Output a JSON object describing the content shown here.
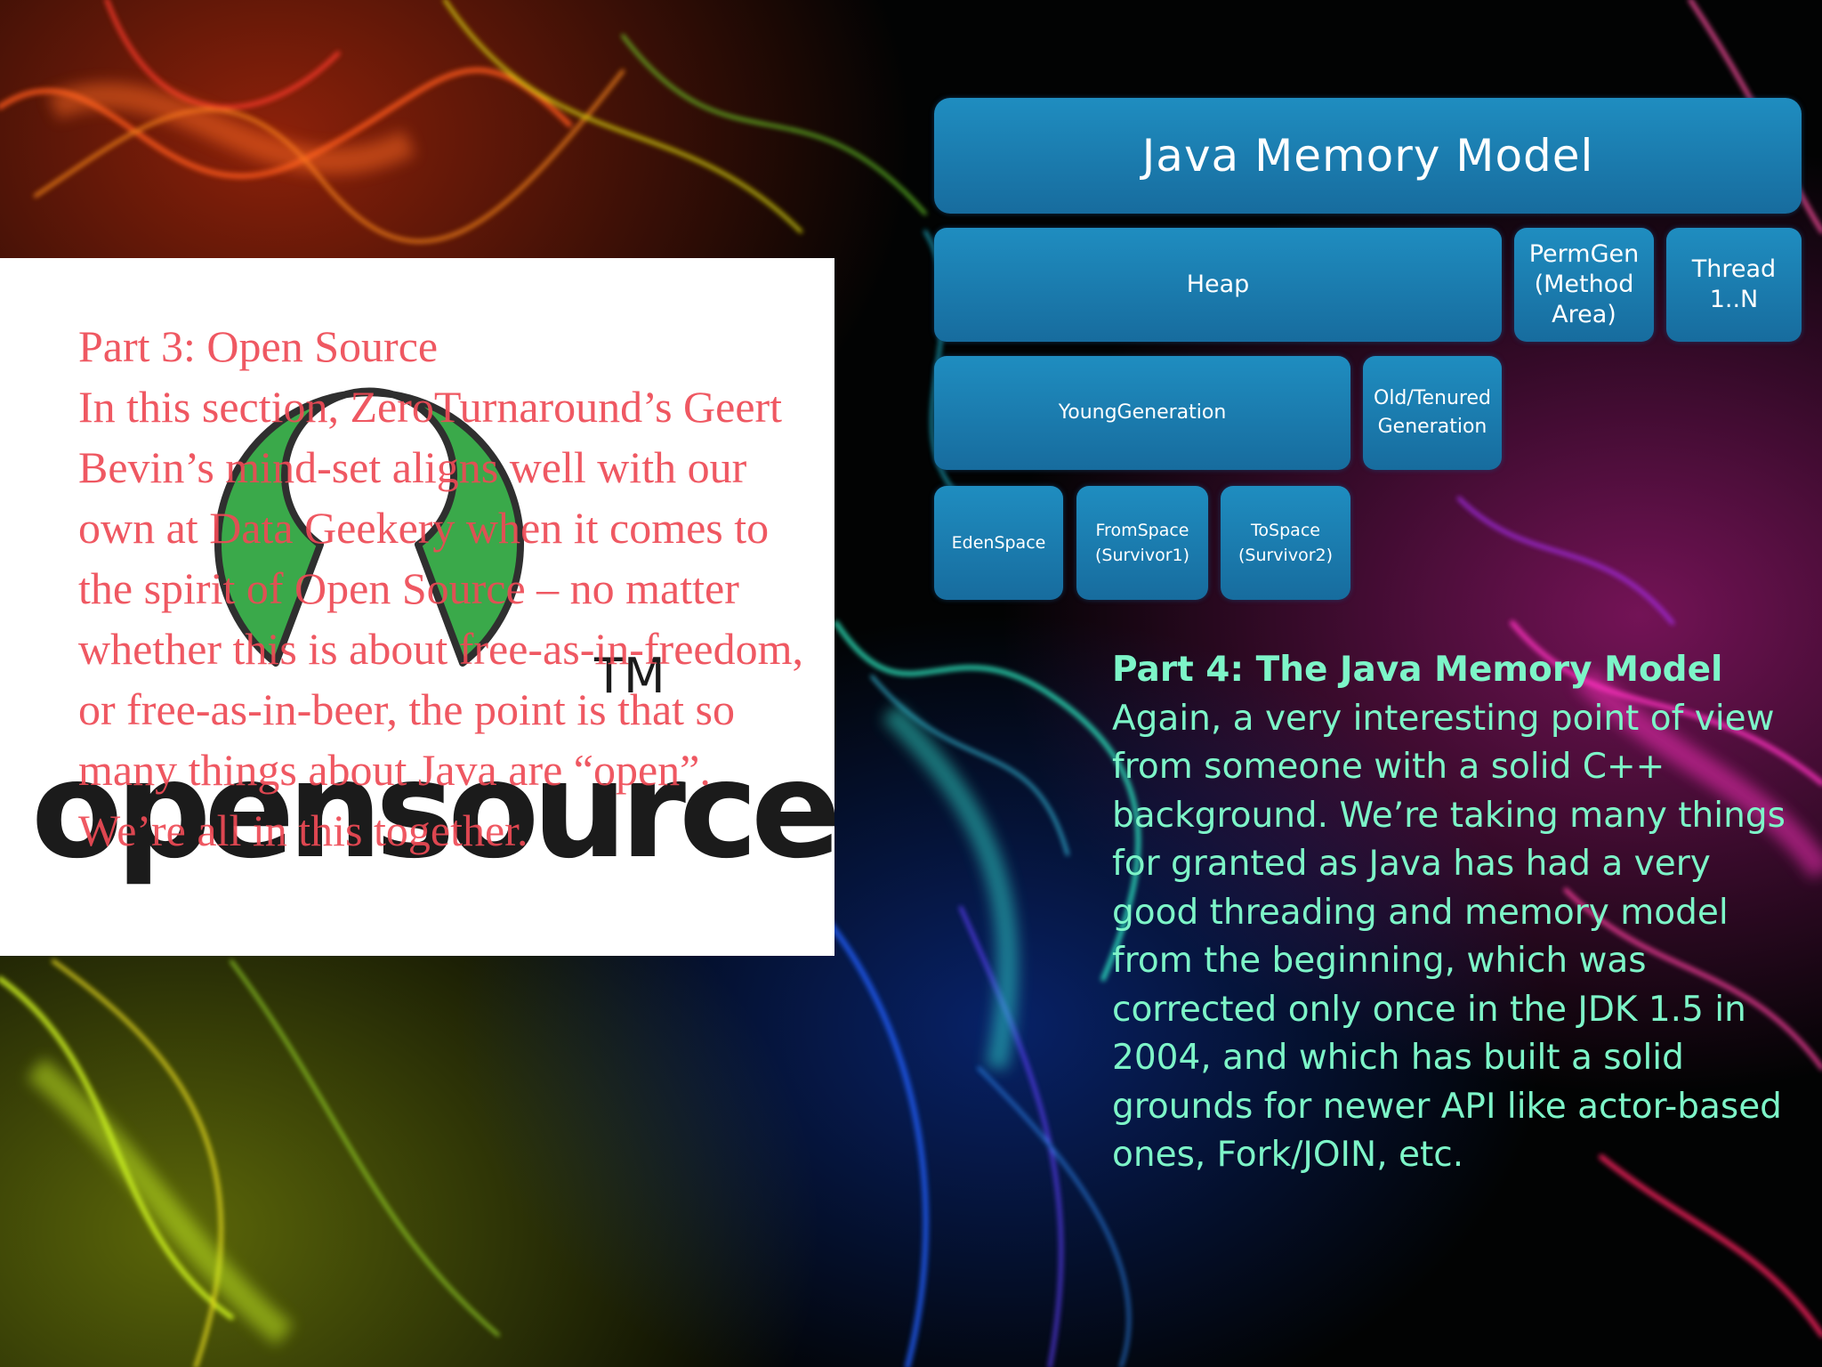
{
  "open_source": {
    "logo_text": "opensource",
    "trademark": "TM",
    "section_title": "Part 3: Open Source",
    "body": "In this section, ZeroTurnaround’s Geert Bevin’s mind-set aligns well with our own at Data Geekery when it comes to the spirit of Open Source – no matter whether this is about free-as-in-freedom, or free-as-in-beer, the point is that so many things about Java are “open”. We’re all in this together."
  },
  "diagram": {
    "title": "Java Memory Model",
    "heap": "Heap",
    "permgen": "PermGen\n(Method\nArea)",
    "thread": "Thread\n1..N",
    "young": "YoungGeneration",
    "old": "Old/Tenured\nGeneration",
    "eden": "EdenSpace",
    "from": "FromSpace\n(Survivor1)",
    "to": "ToSpace\n(Survivor2)"
  },
  "part4": {
    "title": "Part 4: The Java Memory Model",
    "body": "Again, a very interesting point of view from someone with a solid C++ background. We’re taking many things for granted as Java has had a very good threading and memory model from the beginning, which was corrected only once in the JDK 1.5 in 2004, and which has built a solid grounds for newer API like actor-based ones, Fork/JOIN, etc."
  },
  "colors": {
    "background": "#000000",
    "logo_green": "#3aa94a",
    "part3_text": "#ee4a55",
    "part4_text": "#7df5c8",
    "diagram_box": "#1a7db0"
  }
}
